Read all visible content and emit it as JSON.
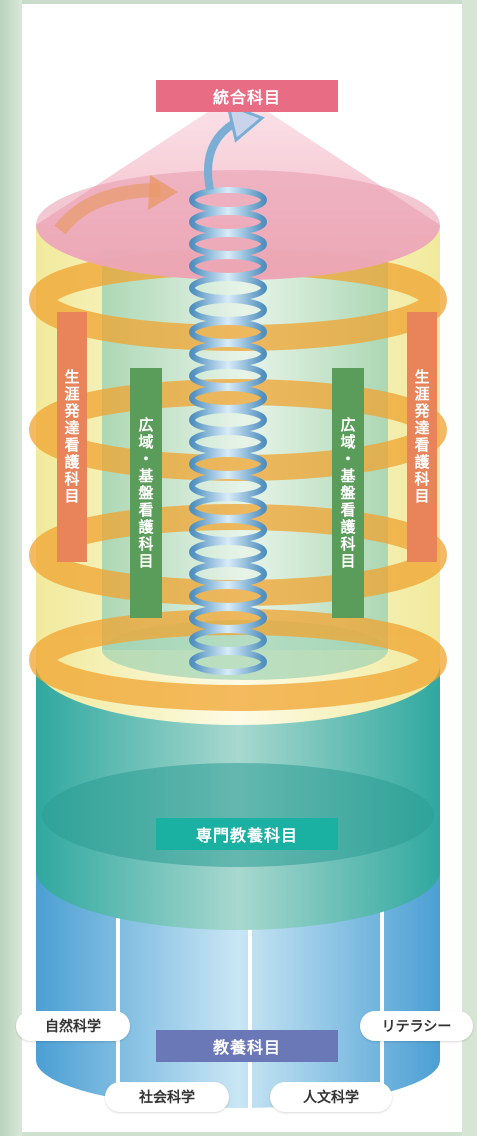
{
  "diagram": {
    "top": "統合科目",
    "left_outer": "生涯発達看護科目",
    "left_inner": "広域・基盤看護科目",
    "right_inner": "広域・基盤看護科目",
    "right_outer": "生涯発達看護科目",
    "middle": "専門教養科目",
    "bottom": "教養科目",
    "subjects": {
      "natural_science": "自然科学",
      "literacy": "リテラシー",
      "social_science": "社会科学",
      "humanities": "人文科学"
    }
  },
  "colors": {
    "top_label": "#e86d84",
    "outer_label": "#e8835a",
    "inner_label": "#5a9c5a",
    "middle_label": "#1ab0a2",
    "bottom_label": "#6b78b8",
    "spring": "#7aaed4"
  }
}
